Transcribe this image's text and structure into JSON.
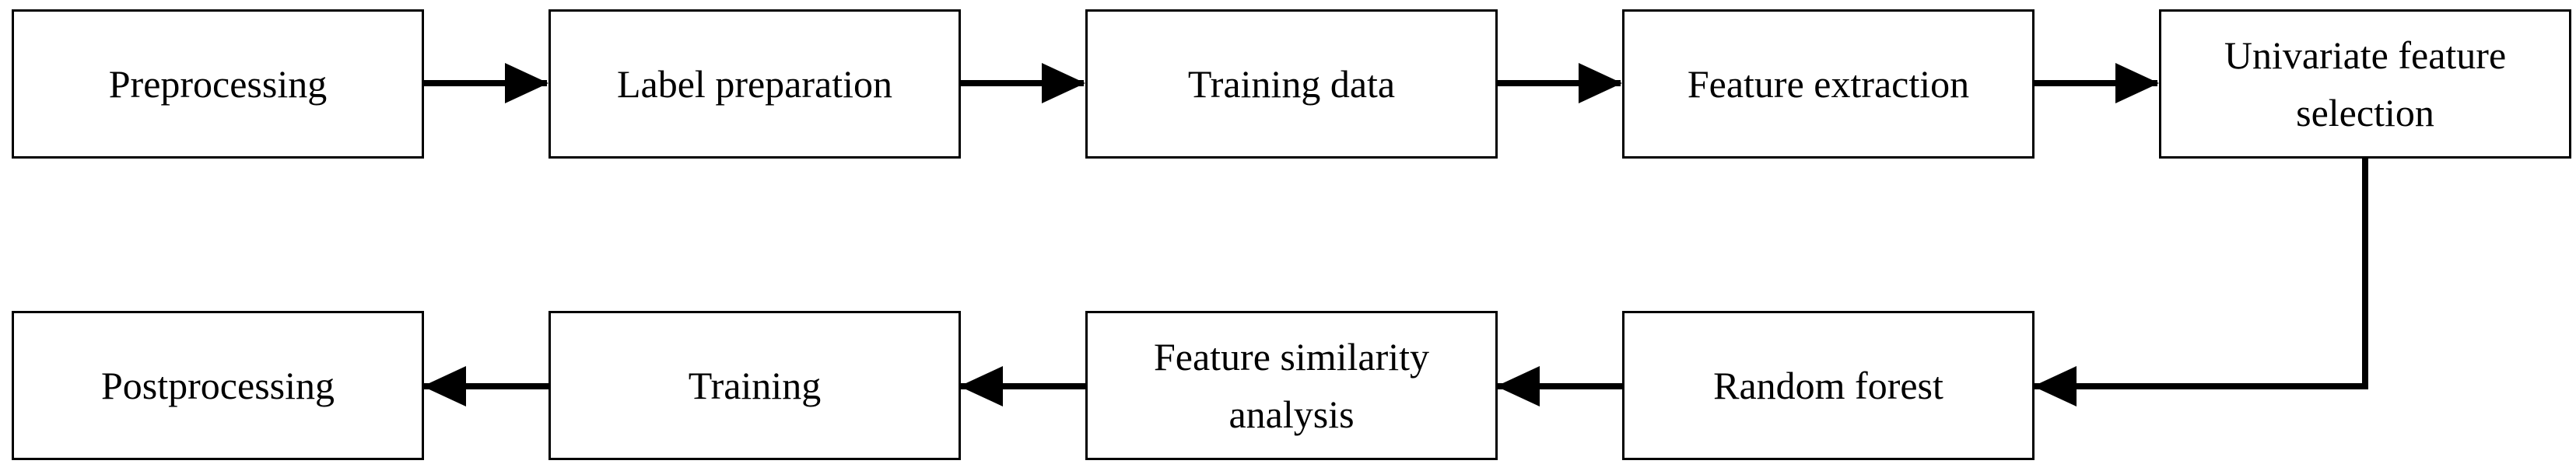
{
  "diagram": {
    "type": "flowchart",
    "colors": {
      "stroke": "#000000",
      "background": "#ffffff"
    },
    "nodes": {
      "preprocessing": "Preprocessing",
      "label_preparation": "Label preparation",
      "training_data": "Training data",
      "feature_extraction": "Feature extraction",
      "univariate_feature_selection": {
        "line1": "Univariate feature",
        "line2": "selection"
      },
      "random_forest": "Random forest",
      "feature_similarity_analysis": {
        "line1": "Feature similarity",
        "line2": "analysis"
      },
      "training": "Training",
      "postprocessing": "Postprocessing"
    },
    "edges": [
      {
        "from": "Preprocessing",
        "to": "Label preparation"
      },
      {
        "from": "Label preparation",
        "to": "Training data"
      },
      {
        "from": "Training data",
        "to": "Feature extraction"
      },
      {
        "from": "Feature extraction",
        "to": "Univariate feature selection"
      },
      {
        "from": "Univariate feature selection",
        "to": "Random forest"
      },
      {
        "from": "Random forest",
        "to": "Feature similarity analysis"
      },
      {
        "from": "Feature similarity analysis",
        "to": "Training"
      },
      {
        "from": "Training",
        "to": "Postprocessing"
      }
    ]
  }
}
